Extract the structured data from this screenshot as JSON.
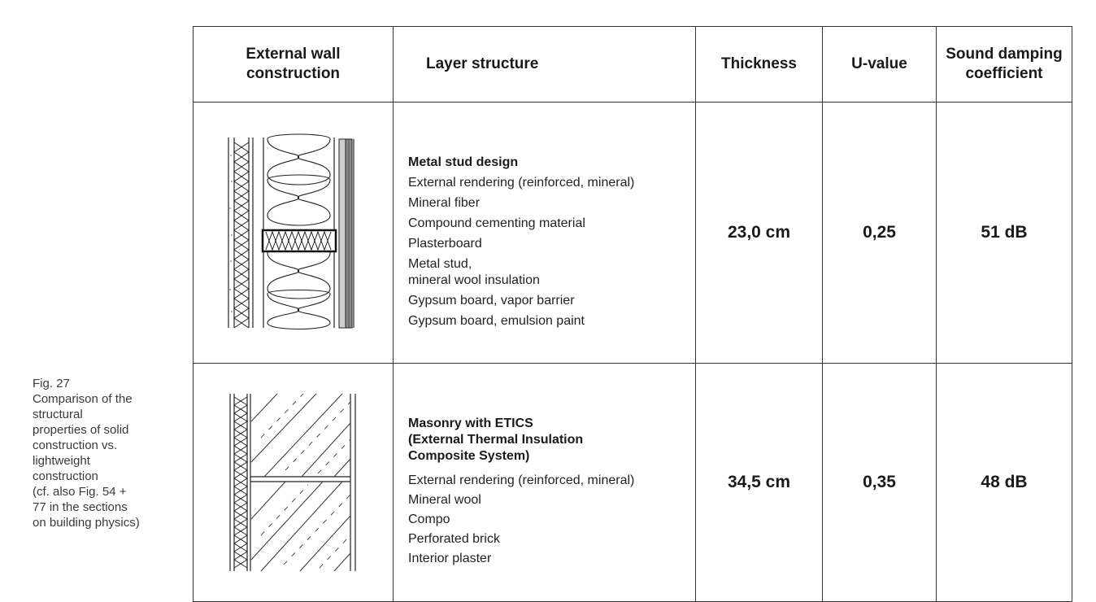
{
  "caption": {
    "lines": [
      "Fig. 27",
      "Comparison of the",
      "structural",
      "properties of solid",
      "construction vs.",
      "lightweight",
      "construction",
      "(cf. also Fig. 54 +",
      "77 in the sections",
      "on building physics)"
    ]
  },
  "table": {
    "headers": {
      "construction": [
        "External wall",
        "construction"
      ],
      "layers": "Layer structure",
      "thickness": "Thickness",
      "uvalue": "U-value",
      "sound": [
        "Sound damping",
        "coefficient"
      ]
    },
    "rows": [
      {
        "title": [
          "Metal stud design"
        ],
        "layers": [
          [
            "External rendering (reinforced, mineral)"
          ],
          [
            "Mineral fiber"
          ],
          [
            "Compound cementing material"
          ],
          [
            "Plasterboard"
          ],
          [
            "Metal stud,",
            "mineral wool insulation"
          ],
          [
            "Gypsum board, vapor barrier"
          ],
          [
            "Gypsum board, emulsion paint"
          ]
        ],
        "thickness": "23,0 cm",
        "uvalue": "0,25",
        "sound": "51 dB"
      },
      {
        "title": [
          "Masonry with ETICS",
          "(External Thermal Insulation",
          "Composite System)"
        ],
        "layers": [
          [
            "External rendering (reinforced, mineral)"
          ],
          [
            "Mineral wool"
          ],
          [
            "Compo"
          ],
          [
            "Perforated brick"
          ],
          [
            "Interior plaster"
          ]
        ],
        "thickness": "34,5 cm",
        "uvalue": "0,35",
        "sound": "48 dB"
      }
    ]
  }
}
